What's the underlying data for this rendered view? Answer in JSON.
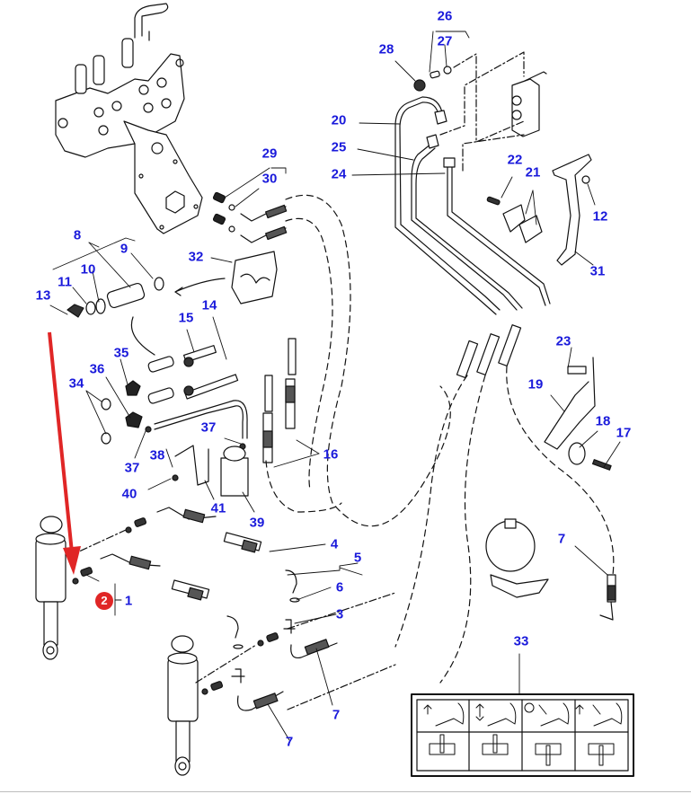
{
  "diagram": {
    "title": "Hydraulic lift valve and cylinder assembly - exploded parts view",
    "label_color": "#1a1adb",
    "highlight_color": "#e02626",
    "highlighted_part": "2",
    "callouts": [
      {
        "id": "c1",
        "text": "1"
      },
      {
        "id": "c2",
        "text": "2"
      },
      {
        "id": "c3",
        "text": "3"
      },
      {
        "id": "c4",
        "text": "4"
      },
      {
        "id": "c5",
        "text": "5"
      },
      {
        "id": "c6",
        "text": "6"
      },
      {
        "id": "c7a",
        "text": "7"
      },
      {
        "id": "c7b",
        "text": "7"
      },
      {
        "id": "c7c",
        "text": "7"
      },
      {
        "id": "c8",
        "text": "8"
      },
      {
        "id": "c9",
        "text": "9"
      },
      {
        "id": "c10",
        "text": "10"
      },
      {
        "id": "c11",
        "text": "11"
      },
      {
        "id": "c12",
        "text": "12"
      },
      {
        "id": "c13",
        "text": "13"
      },
      {
        "id": "c14",
        "text": "14"
      },
      {
        "id": "c15",
        "text": "15"
      },
      {
        "id": "c16",
        "text": "16"
      },
      {
        "id": "c17",
        "text": "17"
      },
      {
        "id": "c18",
        "text": "18"
      },
      {
        "id": "c19",
        "text": "19"
      },
      {
        "id": "c20",
        "text": "20"
      },
      {
        "id": "c21",
        "text": "21"
      },
      {
        "id": "c22",
        "text": "22"
      },
      {
        "id": "c23",
        "text": "23"
      },
      {
        "id": "c24",
        "text": "24"
      },
      {
        "id": "c25",
        "text": "25"
      },
      {
        "id": "c26",
        "text": "26"
      },
      {
        "id": "c27",
        "text": "27"
      },
      {
        "id": "c28",
        "text": "28"
      },
      {
        "id": "c29",
        "text": "29"
      },
      {
        "id": "c30",
        "text": "30"
      },
      {
        "id": "c31",
        "text": "31"
      },
      {
        "id": "c32",
        "text": "32"
      },
      {
        "id": "c33",
        "text": "33"
      },
      {
        "id": "c34",
        "text": "34"
      },
      {
        "id": "c35",
        "text": "35"
      },
      {
        "id": "c36",
        "text": "36"
      },
      {
        "id": "c37a",
        "text": "37"
      },
      {
        "id": "c37b",
        "text": "37"
      },
      {
        "id": "c38",
        "text": "38"
      },
      {
        "id": "c39",
        "text": "39"
      },
      {
        "id": "c40",
        "text": "40"
      },
      {
        "id": "c41",
        "text": "41"
      }
    ],
    "decal_33": {
      "top_row_icons": [
        "arrow-up",
        "arrow-up-down",
        "lock-plus-spring",
        "arrow-up-plus-spring"
      ],
      "bottom_row_icons": [
        "lever-config-1",
        "lever-config-2",
        "lever-config-3",
        "lever-config-4"
      ]
    }
  }
}
